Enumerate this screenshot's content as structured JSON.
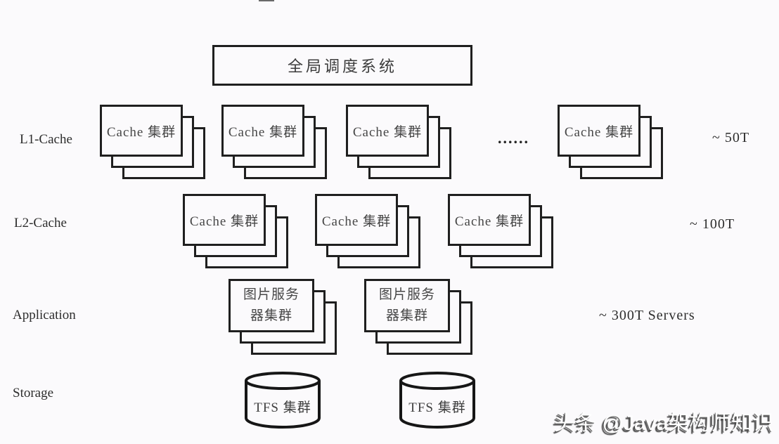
{
  "page": {
    "background": "#fbfafc",
    "line_color": "#1f1f1f",
    "text_color": "#3a3a3a"
  },
  "scheduler": {
    "label": "全局调度系统"
  },
  "l1_row": {
    "label": "L1-Cache",
    "clusters": [
      "Cache 集群",
      "Cache 集群",
      "Cache 集群",
      "Cache 集群"
    ],
    "ellipsis": "......",
    "capacity": "~ 50T"
  },
  "l2_row": {
    "label": "L2-Cache",
    "clusters": [
      "Cache 集群",
      "Cache 集群",
      "Cache 集群"
    ],
    "capacity": "~ 100T"
  },
  "app_row": {
    "label": "Application",
    "clusters": [
      {
        "line1": "图片服务",
        "line2": "器集群"
      },
      {
        "line1": "图片服务",
        "line2": "器集群"
      }
    ],
    "capacity": "~ 300T Servers"
  },
  "storage_row": {
    "label": "Storage",
    "clusters": [
      "TFS 集群",
      "TFS 集群"
    ]
  },
  "watermark": {
    "text": "头条 @Java架构师知识"
  }
}
